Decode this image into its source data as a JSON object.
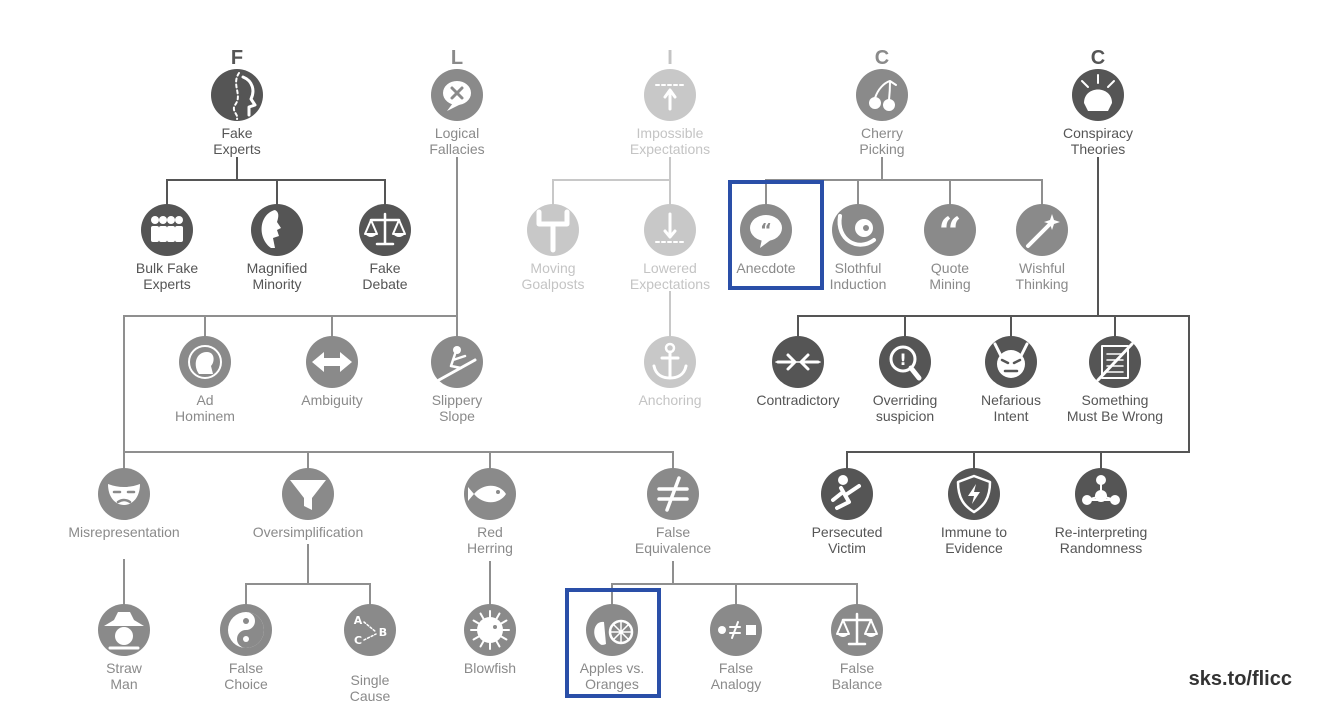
{
  "colors": {
    "dark": "#555555",
    "mid": "#8a8a8a",
    "light": "#c8c8c8",
    "text_dark": "#555555",
    "text_mid": "#8a8a8a",
    "text_light": "#c4c4c4",
    "highlight": "#2a4fa8"
  },
  "categories": [
    {
      "key": "f",
      "letter": "F",
      "label": [
        "Fake",
        "Experts"
      ],
      "icon": "fake-experts-icon",
      "tone": "dark"
    },
    {
      "key": "l",
      "letter": "L",
      "label": [
        "Logical",
        "Fallacies"
      ],
      "icon": "logical-fallacies-icon",
      "tone": "mid"
    },
    {
      "key": "i",
      "letter": "I",
      "label": [
        "Impossible",
        "Expectations"
      ],
      "icon": "impossible-expectations-icon",
      "tone": "light"
    },
    {
      "key": "c1",
      "letter": "C",
      "label": [
        "Cherry",
        "Picking"
      ],
      "icon": "cherry-icon",
      "tone": "mid"
    },
    {
      "key": "c2",
      "letter": "C",
      "label": [
        "Conspiracy",
        "Theories"
      ],
      "icon": "conspiracy-icon",
      "tone": "dark"
    }
  ],
  "nodes": [
    {
      "key": "bulk-fake-experts",
      "label": [
        "Bulk Fake",
        "Experts"
      ],
      "icon": "crowd-icon",
      "tone": "dark"
    },
    {
      "key": "magnified-minority",
      "label": [
        "Magnified",
        "Minority"
      ],
      "icon": "face-profile-icon",
      "tone": "dark"
    },
    {
      "key": "fake-debate",
      "label": [
        "Fake",
        "Debate"
      ],
      "icon": "scales-icon",
      "tone": "dark"
    },
    {
      "key": "moving-goalposts",
      "label": [
        "Moving",
        "Goalposts"
      ],
      "icon": "goalposts-icon",
      "tone": "light"
    },
    {
      "key": "lowered-expectations",
      "label": [
        "Lowered",
        "Expectations"
      ],
      "icon": "lowered-arrow-icon",
      "tone": "light"
    },
    {
      "key": "anecdote",
      "label": [
        "Anecdote"
      ],
      "icon": "speech-bubble-icon",
      "tone": "mid",
      "highlighted": true
    },
    {
      "key": "slothful-induction",
      "label": [
        "Slothful",
        "Induction"
      ],
      "icon": "sloth-icon",
      "tone": "mid"
    },
    {
      "key": "quote-mining",
      "label": [
        "Quote",
        "Mining"
      ],
      "icon": "quote-marks-icon",
      "tone": "mid"
    },
    {
      "key": "wishful-thinking",
      "label": [
        "Wishful",
        "Thinking"
      ],
      "icon": "magic-wand-icon",
      "tone": "mid"
    },
    {
      "key": "ad-hominem",
      "label": [
        "Ad",
        "Hominem"
      ],
      "icon": "target-head-icon",
      "tone": "mid"
    },
    {
      "key": "ambiguity",
      "label": [
        "Ambiguity"
      ],
      "icon": "double-arrow-icon",
      "tone": "mid"
    },
    {
      "key": "slippery-slope",
      "label": [
        "Slippery",
        "Slope"
      ],
      "icon": "slope-icon",
      "tone": "mid"
    },
    {
      "key": "anchoring",
      "label": [
        "Anchoring"
      ],
      "icon": "anchor-icon",
      "tone": "light"
    },
    {
      "key": "contradictory",
      "label": [
        "Contradictory"
      ],
      "icon": "converging-arrows-icon",
      "tone": "dark"
    },
    {
      "key": "overriding-suspicion",
      "label": [
        "Overriding",
        "suspicion"
      ],
      "icon": "magnifier-icon",
      "tone": "dark"
    },
    {
      "key": "nefarious-intent",
      "label": [
        "Nefarious",
        "Intent"
      ],
      "icon": "devil-icon",
      "tone": "dark"
    },
    {
      "key": "something-must-be-wrong",
      "label": [
        "Something",
        "Must Be Wrong"
      ],
      "icon": "crossed-document-icon",
      "tone": "dark"
    },
    {
      "key": "misrepresentation",
      "label": [
        "Misrepresentation"
      ],
      "icon": "mask-icon",
      "tone": "mid"
    },
    {
      "key": "oversimplification",
      "label": [
        "Oversimplification"
      ],
      "icon": "funnel-icon",
      "tone": "mid"
    },
    {
      "key": "red-herring",
      "label": [
        "Red",
        "Herring"
      ],
      "icon": "fish-icon",
      "tone": "mid"
    },
    {
      "key": "false-equivalence",
      "label": [
        "False",
        "Equivalence"
      ],
      "icon": "not-equal-icon",
      "tone": "mid"
    },
    {
      "key": "persecuted-victim",
      "label": [
        "Persecuted",
        "Victim"
      ],
      "icon": "kneeling-person-icon",
      "tone": "dark"
    },
    {
      "key": "immune-to-evidence",
      "label": [
        "Immune to",
        "Evidence"
      ],
      "icon": "shield-bolt-icon",
      "tone": "dark"
    },
    {
      "key": "re-interpreting-randomness",
      "label": [
        "Re-interpreting",
        "Randomness"
      ],
      "icon": "network-icon",
      "tone": "dark"
    },
    {
      "key": "straw-man",
      "label": [
        "Straw",
        "Man"
      ],
      "icon": "scarecrow-icon",
      "tone": "mid"
    },
    {
      "key": "false-choice",
      "label": [
        "False",
        "Choice"
      ],
      "icon": "yin-yang-icon",
      "tone": "mid"
    },
    {
      "key": "single-cause",
      "label": [
        "Single",
        "Cause"
      ],
      "icon": "abc-arrows-icon",
      "tone": "mid"
    },
    {
      "key": "blowfish",
      "label": [
        "Blowfish"
      ],
      "icon": "blowfish-icon",
      "tone": "mid"
    },
    {
      "key": "apples-vs-oranges",
      "label": [
        "Apples vs.",
        "Oranges"
      ],
      "icon": "apple-orange-icon",
      "tone": "mid",
      "highlighted": true
    },
    {
      "key": "false-analogy",
      "label": [
        "False",
        "Analogy"
      ],
      "icon": "dot-notequal-square-icon",
      "tone": "mid"
    },
    {
      "key": "false-balance",
      "label": [
        "False",
        "Balance"
      ],
      "icon": "balance-icon",
      "tone": "mid"
    }
  ],
  "footer": "sks.to/flicc"
}
